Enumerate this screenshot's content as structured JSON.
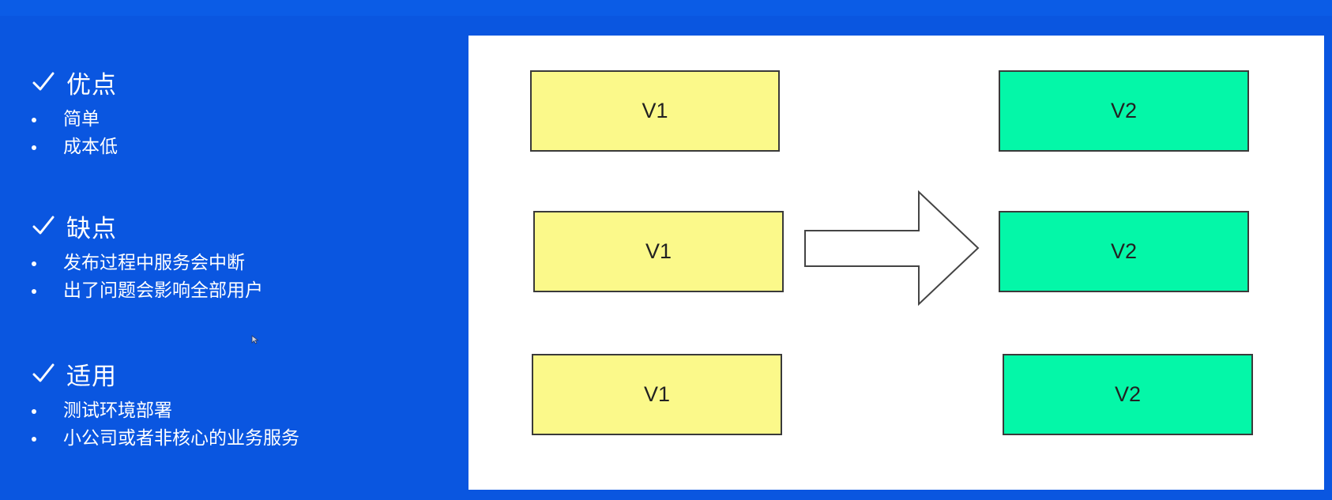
{
  "sections": [
    {
      "title": "优点",
      "items": [
        "简单",
        "成本低"
      ]
    },
    {
      "title": "缺点",
      "items": [
        "发布过程中服务会中断",
        "出了问题会影响全部用户"
      ]
    },
    {
      "title": "适用",
      "items": [
        "测试环境部署",
        "小公司或者非核心的业务服务"
      ]
    }
  ],
  "diagram": {
    "old_version_label": "V1",
    "new_version_label": "V2",
    "old_boxes": [
      "V1",
      "V1",
      "V1"
    ],
    "new_boxes": [
      "V2",
      "V2",
      "V2"
    ],
    "colors": {
      "background": "#0a56e0",
      "old_fill": "#fbf98a",
      "new_fill": "#04f7a8",
      "panel": "#ffffff"
    }
  }
}
